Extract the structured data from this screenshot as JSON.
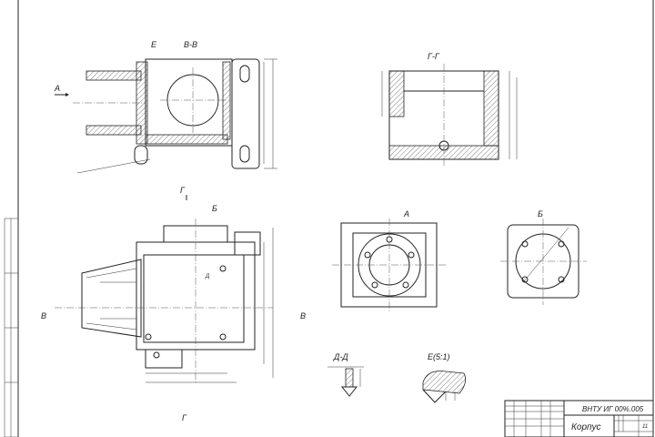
{
  "drawing": {
    "views": {
      "section_vv": "В-В",
      "detail_e_mark": "Е",
      "view_a_arrow": "А",
      "cut_g_mark": "Г",
      "section_gg": "Г-Г",
      "view_a": "А",
      "view_b": "Б",
      "view_b_arrow": "Б",
      "cut_v_left": "В",
      "cut_v_right": "В",
      "cut_g_bottom": "Г",
      "section_dd": "Д-Д",
      "detail_e": "Е(5:1)",
      "cut_d": "Д"
    },
    "title_block": {
      "document_code": "ВНТУ ИГ 00%.005",
      "part_name": "Корпус",
      "sheet": "11"
    }
  }
}
